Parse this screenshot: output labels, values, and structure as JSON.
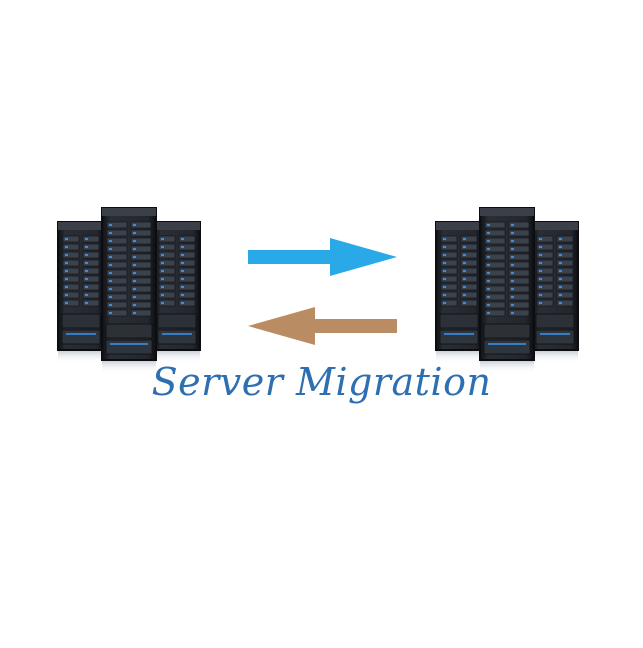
{
  "caption": "Server Migration",
  "colors": {
    "forward_arrow": "#29a9e8",
    "backward_arrow": "#b98c63",
    "caption": "#2e6fb2",
    "rack_body": "#1c1f24",
    "rack_frame": "#0b0d10",
    "led_blue": "#3a8ee8"
  },
  "racks": [
    {
      "name": "source-servers",
      "icon": "server-racks-icon"
    },
    {
      "name": "destination-servers",
      "icon": "server-racks-icon"
    }
  ],
  "arrows": [
    {
      "name": "migrate-forward-arrow",
      "direction": "right"
    },
    {
      "name": "migrate-back-arrow",
      "direction": "left"
    }
  ]
}
